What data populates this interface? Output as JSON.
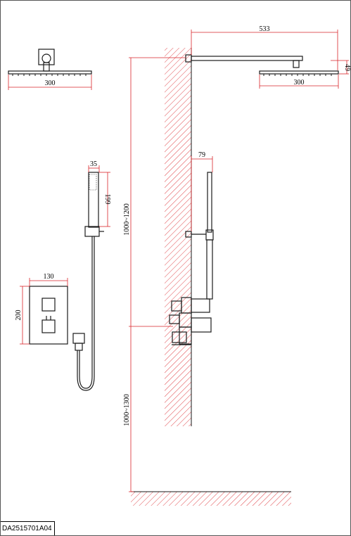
{
  "drawing": {
    "code": "DA2515701A04",
    "dims": {
      "arm_length": "533",
      "head_width_side": "300",
      "head_width_top": "300",
      "head_thickness": "49",
      "handshower_width": "35",
      "handshower_length": "199",
      "rail_offset": "79",
      "plate_width": "130",
      "plate_height": "200",
      "arm_height_range": "1000~1200",
      "valve_height_range": "1000~1300"
    }
  },
  "colors": {
    "dimension_red": "#d9252a",
    "outline": "#1a1a1a",
    "hatch": "#e0484c"
  }
}
